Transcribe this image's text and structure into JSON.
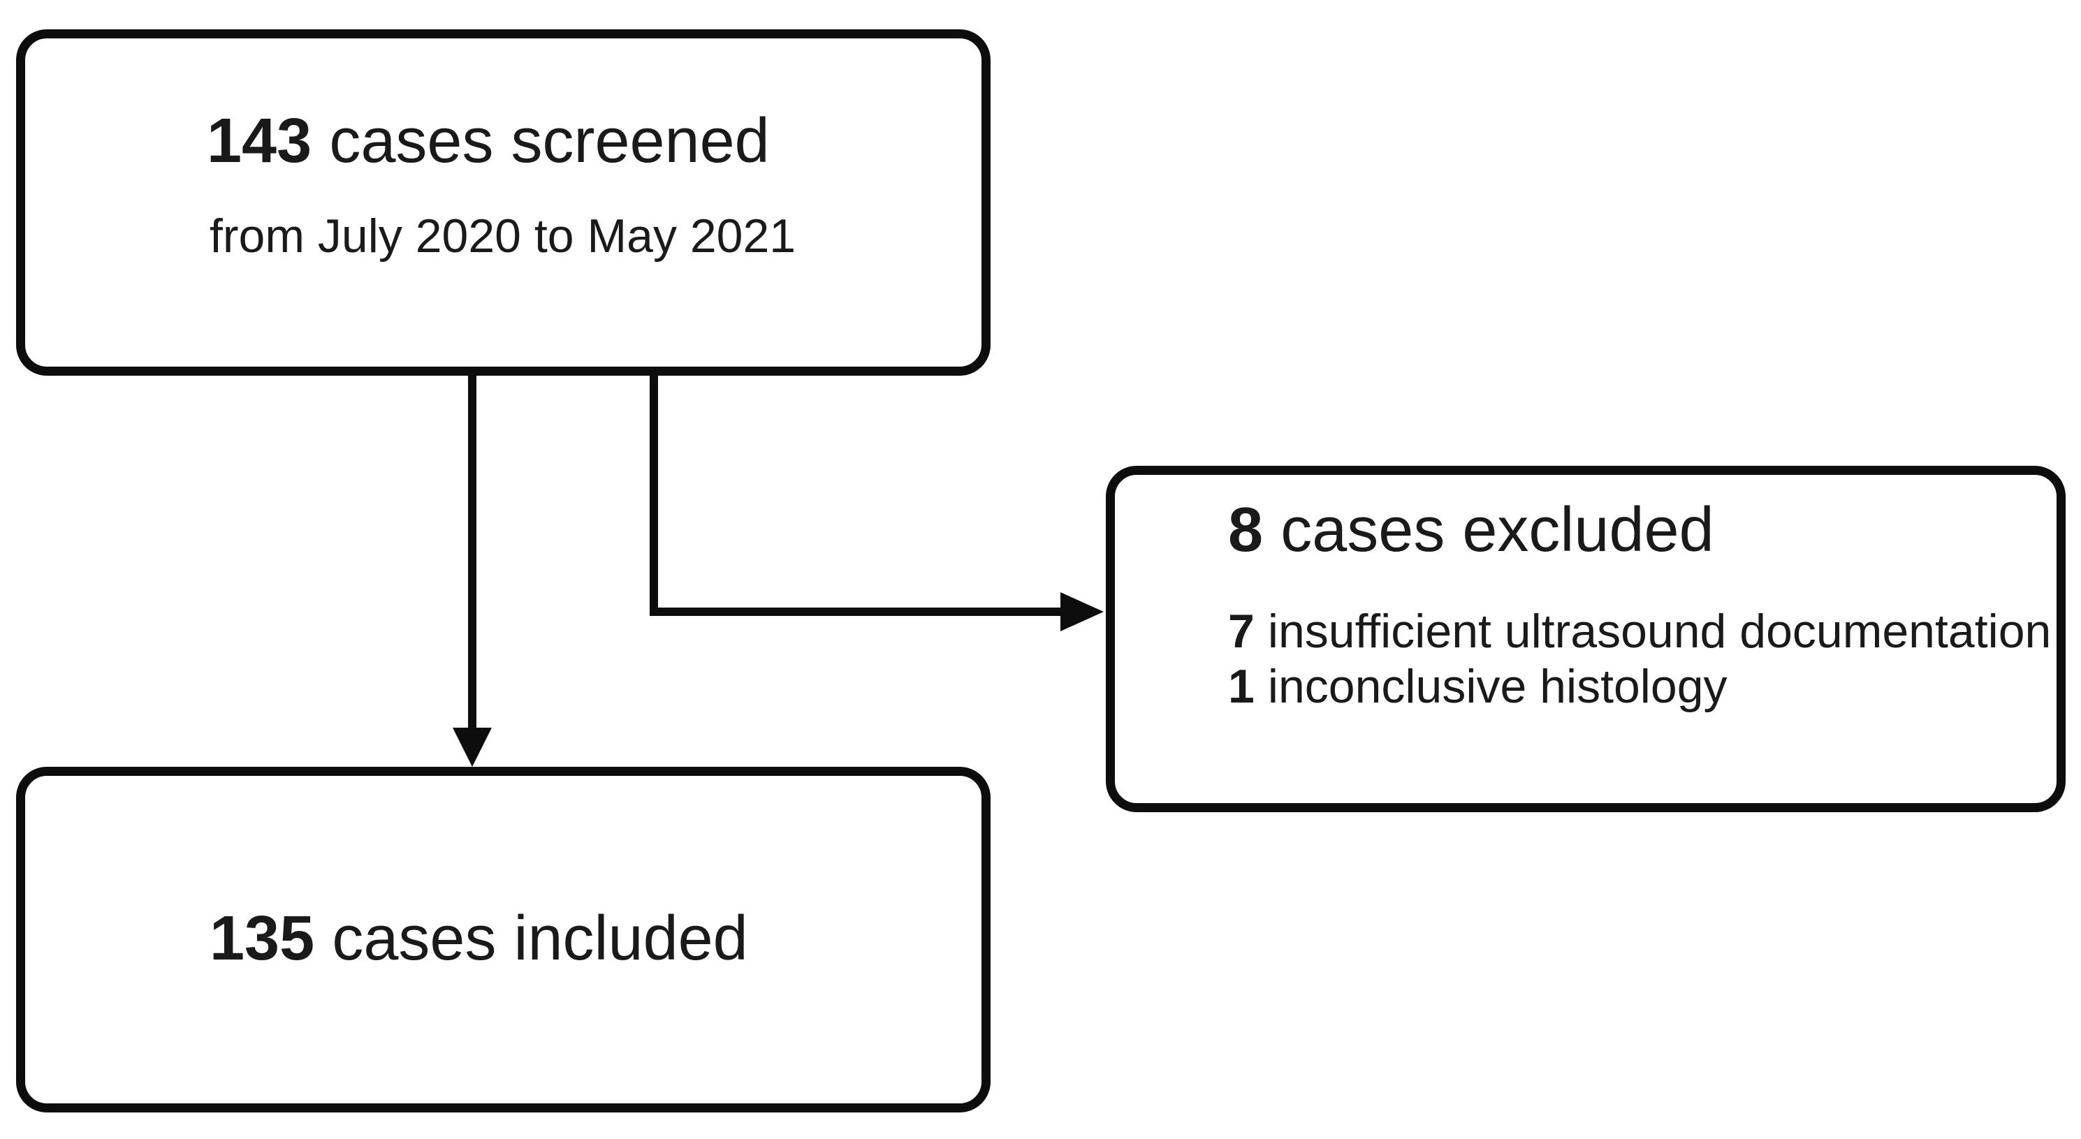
{
  "figure": {
    "type": "study-flowchart",
    "background_color": "#ffffff",
    "ink_color": "#0d0d0d",
    "text_color": "#1a1a1a"
  },
  "nodes": {
    "screened": {
      "count": "143",
      "label": "cases screened",
      "subtitle": "from July 2020 to May 2021"
    },
    "excluded": {
      "count": "8",
      "label": "cases excluded",
      "reasons": [
        {
          "count": "7",
          "label": "insufficient ultrasound documentation"
        },
        {
          "count": "1",
          "label": "inconclusive histology"
        }
      ]
    },
    "included": {
      "count": "135",
      "label": "cases included"
    }
  }
}
